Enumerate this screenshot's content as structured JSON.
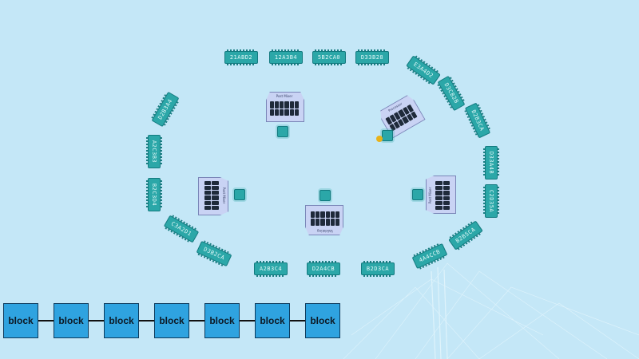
{
  "colors": {
    "background": "#c4e7f7",
    "chip": "#2ba7a8",
    "chip_border": "#137a7f",
    "hub": "#c9d3f4",
    "block": "#2fa3e0",
    "active_dot": "#e8b21a"
  },
  "ring_chips": [
    {
      "id": "chip-0",
      "label": "21ABD2"
    },
    {
      "id": "chip-1",
      "label": "12A3B4"
    },
    {
      "id": "chip-2",
      "label": "5B2CA0"
    },
    {
      "id": "chip-3",
      "label": "D33B28"
    },
    {
      "id": "chip-4",
      "label": "E3A4D2"
    },
    {
      "id": "chip-5",
      "label": "D3CB2B"
    },
    {
      "id": "chip-6",
      "label": "B2B3CA"
    },
    {
      "id": "chip-7",
      "label": "D33A4B"
    },
    {
      "id": "chip-8",
      "label": "C2D35A"
    },
    {
      "id": "chip-9",
      "label": "B2B5CA"
    },
    {
      "id": "chip-10",
      "label": "4A4CCB"
    },
    {
      "id": "chip-11",
      "label": "B2D3CA"
    },
    {
      "id": "chip-12",
      "label": "D2A4CB"
    },
    {
      "id": "chip-13",
      "label": "A2B3C4"
    },
    {
      "id": "chip-14",
      "label": "D3B2CA"
    },
    {
      "id": "chip-15",
      "label": "C3A2D1"
    },
    {
      "id": "chip-16",
      "label": "B2C3D4"
    },
    {
      "id": "chip-17",
      "label": "A2C3B3"
    },
    {
      "id": "chip-18",
      "label": "D2B3A4"
    }
  ],
  "hubs": [
    {
      "id": "hub-top",
      "label": "Post Mixer"
    },
    {
      "id": "hub-right-top",
      "label": "Processor"
    },
    {
      "id": "hub-left",
      "label": "Post Mixer"
    },
    {
      "id": "hub-bottom",
      "label": "Validating"
    },
    {
      "id": "hub-right",
      "label": "Post Mixer"
    }
  ],
  "blockchain": {
    "blocks": [
      "block",
      "block",
      "block",
      "block",
      "block",
      "block",
      "block"
    ]
  }
}
